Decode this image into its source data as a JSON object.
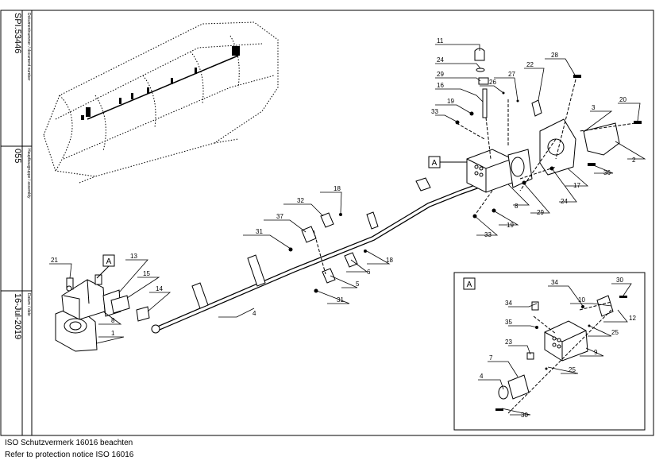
{
  "sidebar": {
    "doc_label": "Dokumentnummer / document number",
    "doc_number": "SPI.53446",
    "group_label": "Hauptbaugruppe / assembly",
    "group_number": "055",
    "date_label": "Datum / date",
    "date_value": "16-Jul-2019"
  },
  "footer": {
    "line1": "ISO Schutzvermerk 16016 beachten",
    "line2": "Refer to protection notice ISO 16016"
  },
  "detail": {
    "view_label_main": "A",
    "view_label_left": "A",
    "view_label_inset": "A"
  },
  "callouts": {
    "c1": "1",
    "c2": "2",
    "c3": "3",
    "c4": "4",
    "c5": "5",
    "c6": "6",
    "c7": "7",
    "c8": "8",
    "c8b": "8",
    "c9": "9",
    "c10": "10",
    "c11": "11",
    "c12": "12",
    "c13": "13",
    "c14": "14",
    "c15": "15",
    "c16": "16",
    "c17": "17",
    "c18": "18",
    "c18b": "18",
    "c19": "19",
    "c19b": "19",
    "c20": "20",
    "c21": "21",
    "c22": "22",
    "c23": "23",
    "c24": "24",
    "c24b": "24",
    "c25": "25",
    "c25b": "25",
    "c26": "26",
    "c27": "27",
    "c28": "28",
    "c29": "29",
    "c29b": "29",
    "c30": "30",
    "c30b": "30",
    "c31": "31",
    "c31b": "31",
    "c32": "32",
    "c33": "33",
    "c33b": "33",
    "c34": "34",
    "c34b": "34",
    "c35": "35",
    "c36": "36",
    "c37": "37"
  }
}
